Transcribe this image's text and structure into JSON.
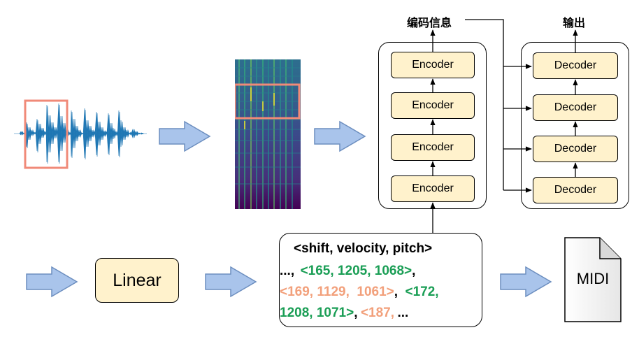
{
  "labels": {
    "encoded_info": "编码信息",
    "output": "输出",
    "linear": "Linear",
    "midi": "MIDI"
  },
  "encoder_stack": {
    "blocks": [
      "Encoder",
      "Encoder",
      "Encoder",
      "Encoder"
    ]
  },
  "decoder_stack": {
    "blocks": [
      "Decoder",
      "Decoder",
      "Decoder",
      "Decoder"
    ]
  },
  "token_box": {
    "header": "<shift, velocity, pitch>",
    "line2_prefix": "...,",
    "line2_token": "<165, 1205, 1068>",
    "line2_suffix": ",",
    "line3_token_a": "<169, 1129,  1061>",
    "line3_sep": ",",
    "line3_token_b_start": "<172,",
    "line4_token_b_end": "1208, 1071>",
    "line4_sep": ",",
    "line4_token_c": "<187,",
    "line4_ellipsis": "..."
  },
  "colors": {
    "block_fill": "#fff2cc",
    "arrow_fill": "#a9c4eb",
    "arrow_stroke": "#6c8ebf",
    "highlight_box": "#f08a78",
    "waveform": "#1f77b4",
    "token_green": "#1a9e55",
    "token_orange": "#f2a07b"
  },
  "icons": [
    "waveform",
    "spectrogram",
    "block-arrow",
    "midi-file-icon"
  ]
}
